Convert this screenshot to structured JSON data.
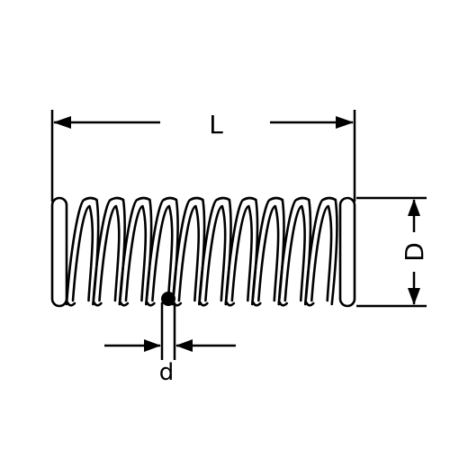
{
  "labels": {
    "length": "L",
    "outer_diameter": "D",
    "wire_diameter": "d"
  },
  "spring": {
    "active_coils": 10,
    "closed_end_coils": 1
  },
  "colors": {
    "ink": "#000000",
    "background": "#ffffff"
  }
}
